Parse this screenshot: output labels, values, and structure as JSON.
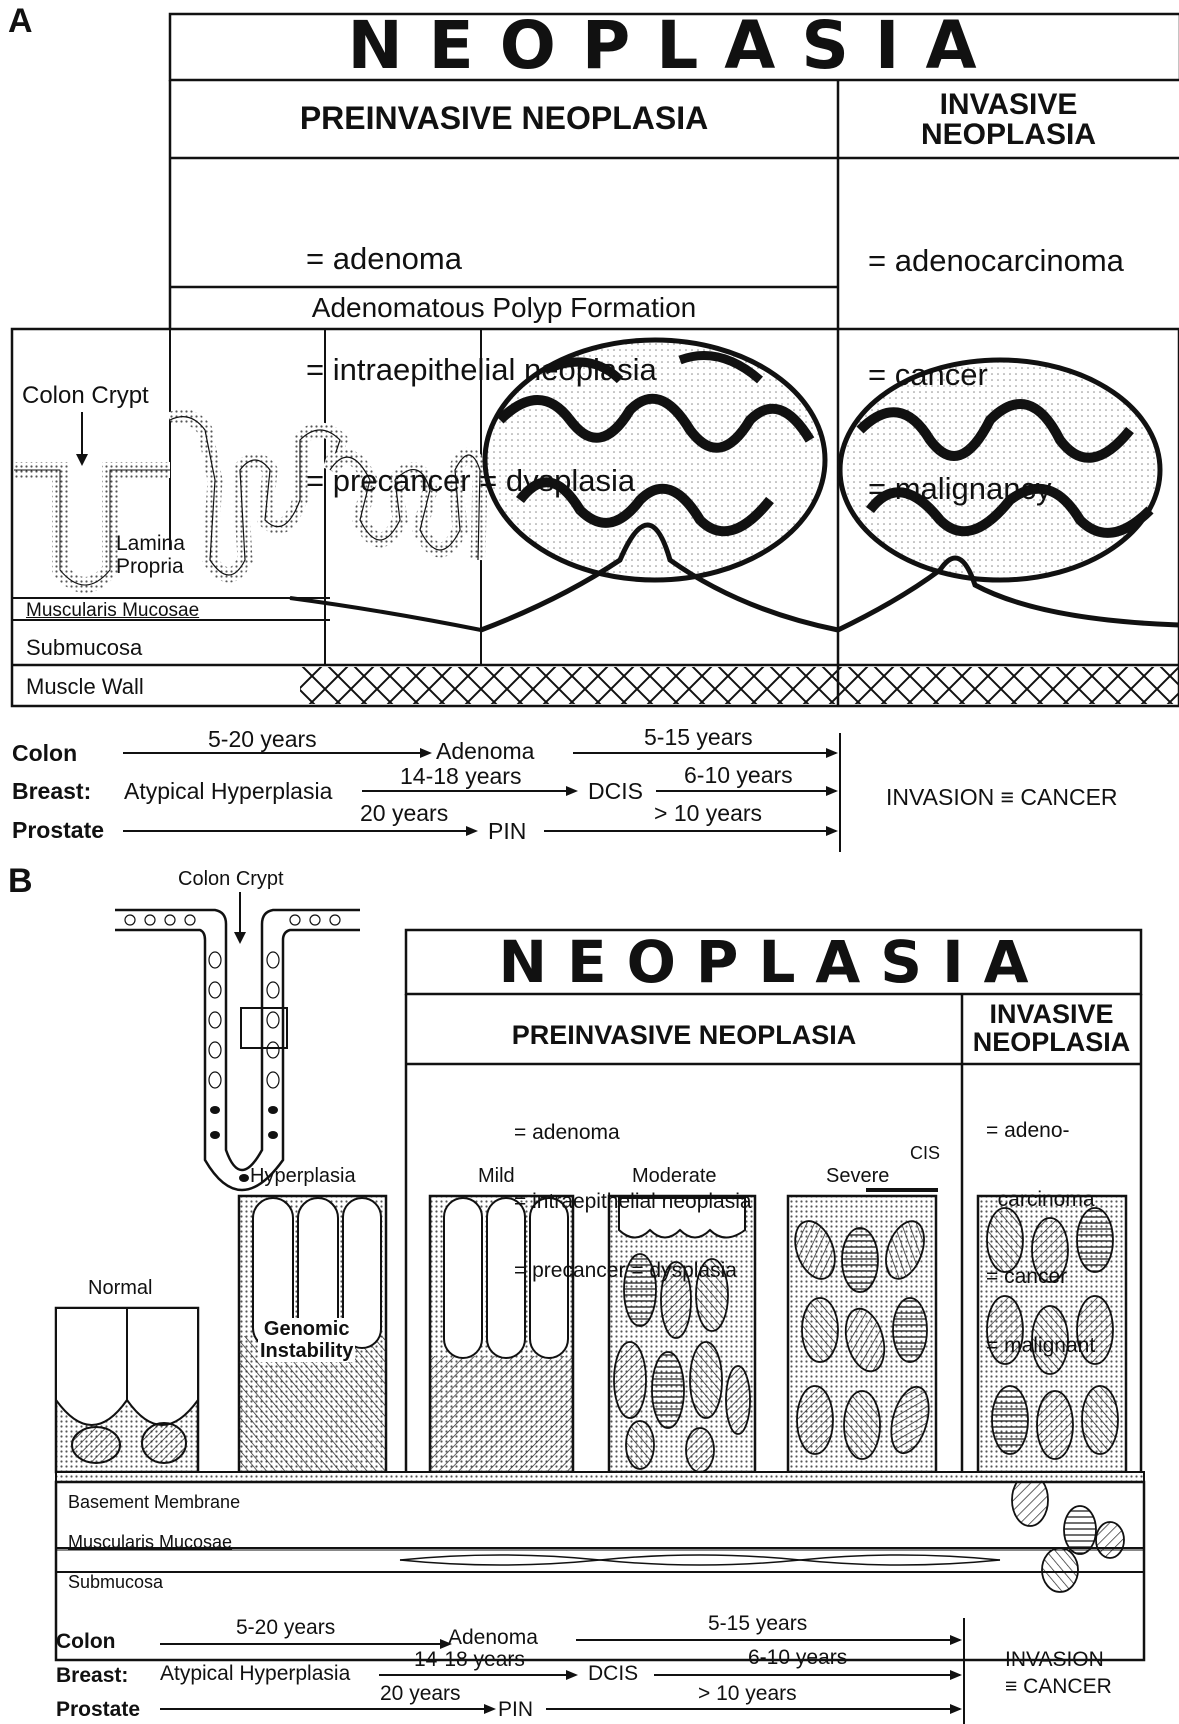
{
  "panel_a": {
    "letter": "A",
    "title": "NEOPLASIA",
    "preinvasive_header": "PREINVASIVE NEOPLASIA",
    "invasive_header_line1": "INVASIVE",
    "invasive_header_line2": "NEOPLASIA",
    "preinvasive_synonyms": [
      "= adenoma",
      "= intraepithelial neoplasia",
      "= precancer = dysplasia"
    ],
    "invasive_synonyms": [
      "= adenocarcinoma",
      "= cancer",
      "= malignancy"
    ],
    "polyp_header": "Adenomatous Polyp Formation",
    "crypt_label": "Colon Crypt",
    "lamina_line1": "Lamina",
    "lamina_line2": "Propria",
    "layer_muscularis": "Muscularis Mucosae",
    "layer_submucosa": "Submucosa",
    "layer_muscle_wall": "Muscle Wall"
  },
  "timeline_a": {
    "colon_label": "Colon",
    "breast_label": "Breast:",
    "prostate_label": "Prostate",
    "colon_t1": "5-20 years",
    "colon_mid": "Adenoma",
    "colon_t2": "5-15 years",
    "breast_start": "Atypical Hyperplasia",
    "breast_t1": "14-18 years",
    "breast_mid": "DCIS",
    "breast_t2": "6-10 years",
    "prostate_t1": "20 years",
    "prostate_mid": "PIN",
    "prostate_t2": "> 10 years",
    "invasion": "INVASION ≡ CANCER"
  },
  "panel_b": {
    "letter": "B",
    "crypt_label": "Colon Crypt",
    "title": "NEOPLASIA",
    "preinvasive_header": "PREINVASIVE NEOPLASIA",
    "invasive_header_line1": "INVASIVE",
    "invasive_header_line2": "NEOPLASIA",
    "preinvasive_synonyms": [
      "= adenoma",
      "= intraepithelial neoplasia",
      "= precancer = dysplasia"
    ],
    "invasive_synonyms": [
      "= adeno-",
      "  carcinoma",
      "= cancer",
      "= malignant"
    ],
    "stage_normal": "Normal",
    "stage_hyperplasia": "Hyperplasia",
    "stage_mild": "Mild",
    "stage_moderate": "Moderate",
    "stage_severe": "Severe",
    "cis_label": "CIS",
    "genomic_line1": "Genomic",
    "genomic_line2": "Instability",
    "layer_basement": "Basement Membrane",
    "layer_muscularis": "Muscularis Mucosae",
    "layer_submucosa": "Submucosa"
  },
  "timeline_b": {
    "colon_label": "Colon",
    "breast_label": "Breast:",
    "prostate_label": "Prostate",
    "colon_t1": "5-20 years",
    "colon_mid": "Adenoma",
    "colon_t2": "5-15 years",
    "breast_start": "Atypical Hyperplasia",
    "breast_t1": "14-18 years",
    "breast_mid": "DCIS",
    "breast_t2": "6-10 years",
    "prostate_t1": "20 years",
    "prostate_mid": "PIN",
    "prostate_t2": "> 10 years",
    "invasion_line1": "INVASION",
    "invasion_line2": "≡ CANCER"
  }
}
